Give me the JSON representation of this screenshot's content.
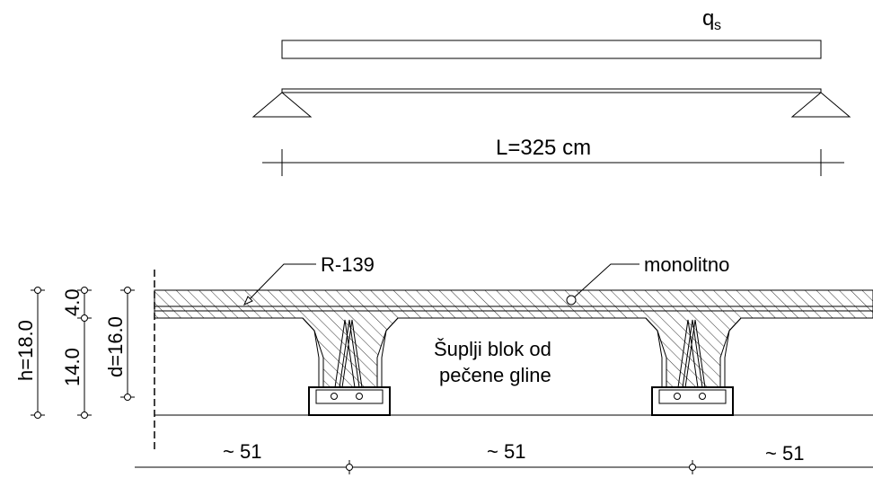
{
  "load": {
    "label": "q",
    "subscript": "s"
  },
  "span": {
    "label": "L=325 cm"
  },
  "section": {
    "mesh_label": "R-139",
    "slab_label": "monolitno",
    "block_label_line1": "Šuplji blok od",
    "block_label_line2": "pečene gline",
    "dim_h": "h=18.0",
    "dim_top": "4.0",
    "dim_bottom": "14.0",
    "dim_d": "d=16.0",
    "spacing_1": "~ 51",
    "spacing_2": "~ 51",
    "spacing_3": "~ 51"
  }
}
